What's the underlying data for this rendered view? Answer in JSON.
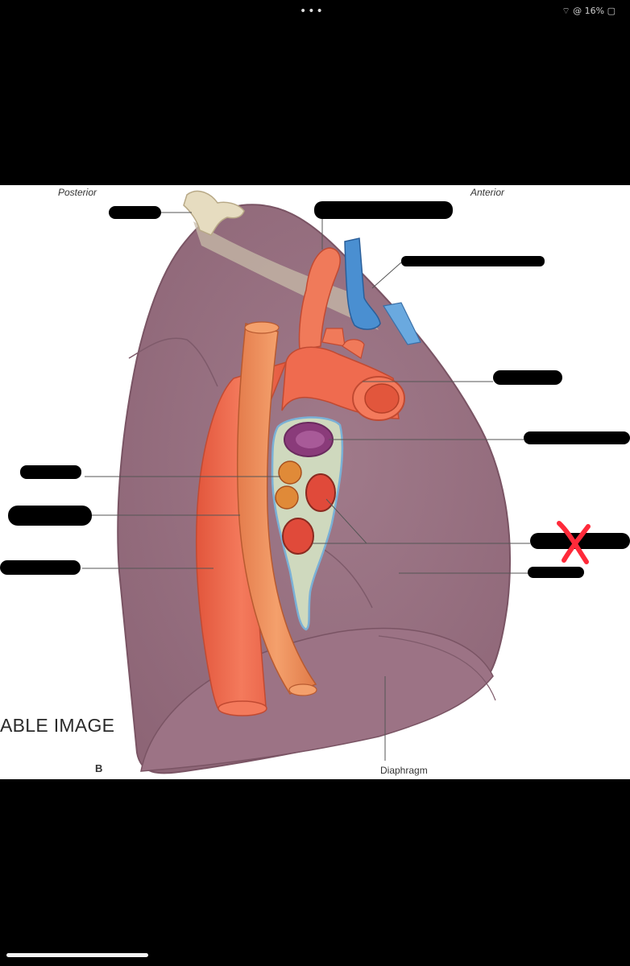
{
  "status_bar": {
    "menu_dots": "•••",
    "right_text": "⌔ @ 16% ▢"
  },
  "figure": {
    "orientation_left": "Posterior",
    "orientation_right": "Anterior",
    "bottom_label": "Diaphragm",
    "panel_letter": "B",
    "watermark_text": "ABLE IMAGE",
    "mark_symbol": "✗",
    "colors": {
      "lung": "#9e7384",
      "artery": "#ef6b4f",
      "vein": "#4a8fd1",
      "esophagus": "#ee8e5a",
      "redacted_label": "#000000",
      "mark": "#ff2a3a"
    }
  }
}
